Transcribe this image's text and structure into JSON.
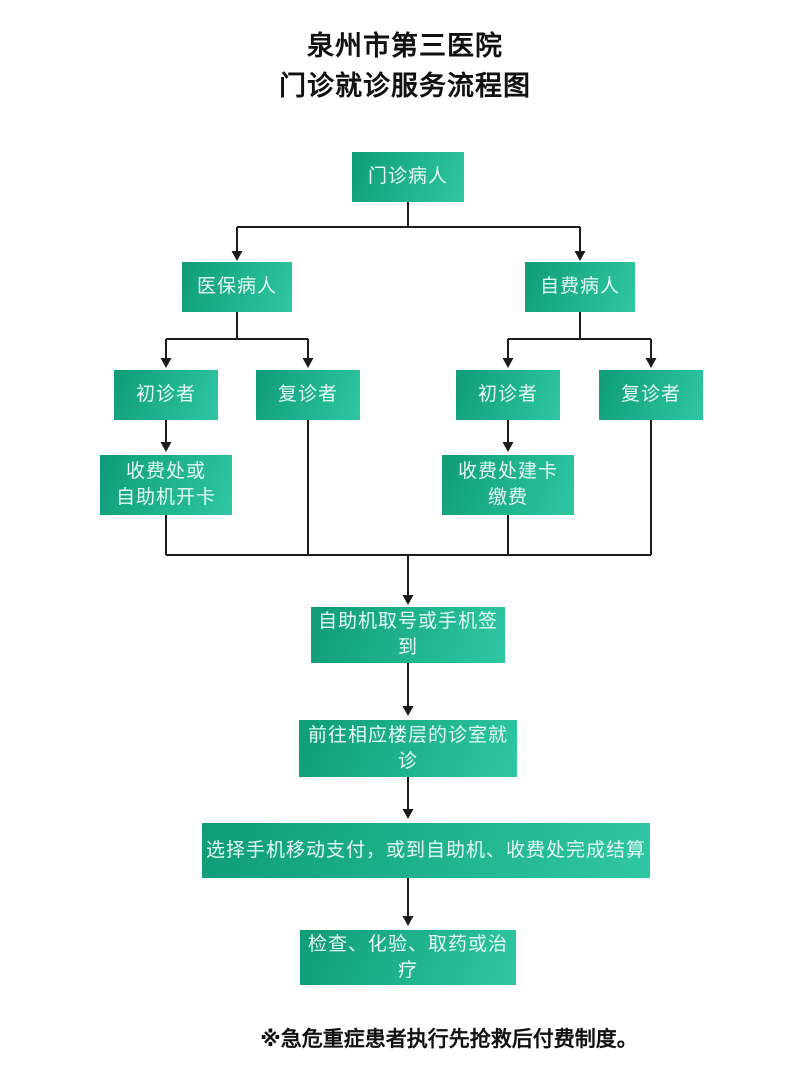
{
  "title": {
    "line1": "泉州市第三医院",
    "line2": "门诊就诊服务流程图"
  },
  "flowchart": {
    "type": "flowchart",
    "outpatient": "门诊病人",
    "insured": "医保病人",
    "self_pay": "自费病人",
    "insured_first": "初诊者",
    "insured_return": "复诊者",
    "self_pay_first": "初诊者",
    "self_pay_return": "复诊者",
    "insured_card": "收费处或\n自助机开卡",
    "self_pay_card": "收费处建卡\n缴费",
    "take_number": "自助机取号或手机签到",
    "go_to_clinic": "前往相应楼层的诊室就诊",
    "settlement": "选择手机移动支付，或到自助机、收费处完成结算",
    "treatment": "检查、化验、取药或治疗"
  },
  "footer": {
    "note": "※急危重症患者执行先抢救后付费制度。"
  },
  "colors": {
    "box_gradient_start": "#0f9c78",
    "box_gradient_end": "#2fc7a2",
    "box_text": "#e6faf4",
    "line": "#1c1c1c",
    "title_text": "#111111",
    "background": "#ffffff"
  }
}
